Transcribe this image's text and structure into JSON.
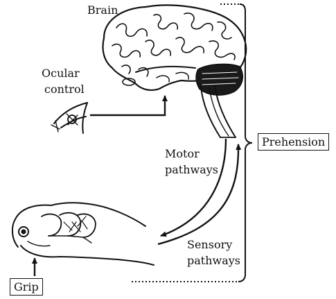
{
  "labels": {
    "brain": "Brain",
    "ocular_control": [
      "Ocular",
      "control"
    ],
    "motor_pathways": [
      "Motor",
      "pathways"
    ],
    "sensory_pathways": [
      "Sensory",
      "pathways"
    ],
    "prehension": "Prehension",
    "grip": "Grip"
  },
  "icons": {
    "brain": "brain-illustration-icon",
    "eye": "eye-icon",
    "hand": "hand-illustration-icon"
  },
  "colors": {
    "ink": "#111111",
    "background": "#ffffff"
  }
}
